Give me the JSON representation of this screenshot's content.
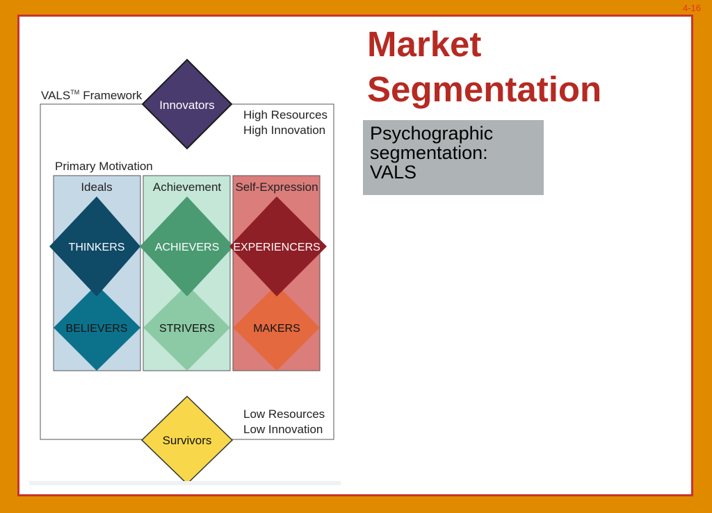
{
  "slide_number": "4-16",
  "title": {
    "line1": "Market",
    "line2": "Segmentation"
  },
  "subtitle": {
    "lines": [
      "Psychographic",
      "segmentation:",
      "VALS"
    ]
  },
  "diagram": {
    "framework_label": "VALS",
    "framework_tm": "TM",
    "framework_word": "Framework",
    "high_label": [
      "High Resources",
      "High Innovation"
    ],
    "low_label": [
      "Low Resources",
      "Low Innovation"
    ],
    "primary_motivation": "Primary Motivation",
    "columns": [
      "Ideals",
      "Achievement",
      "Self-Expression"
    ],
    "segments": {
      "innovators": "Innovators",
      "thinkers": "THINKERS",
      "achievers": "ACHIEVERS",
      "experiencers": "EXPERIENCERS",
      "believers": "BELIEVERS",
      "strivers": "STRIVERS",
      "makers": "MAKERS",
      "survivors": "Survivors"
    },
    "colors": {
      "innovators": "#4a3b6e",
      "thinkers": "#0f4a66",
      "achievers": "#4a9a72",
      "experiencers": "#8e1f27",
      "believers": "#0c728c",
      "strivers": "#8ccaa6",
      "makers": "#e4693f",
      "survivors": "#f8d84a",
      "col_ideals": "#c5d8e6",
      "col_achievement": "#c4e7d8",
      "col_self_expression": "#db7d7b"
    }
  }
}
